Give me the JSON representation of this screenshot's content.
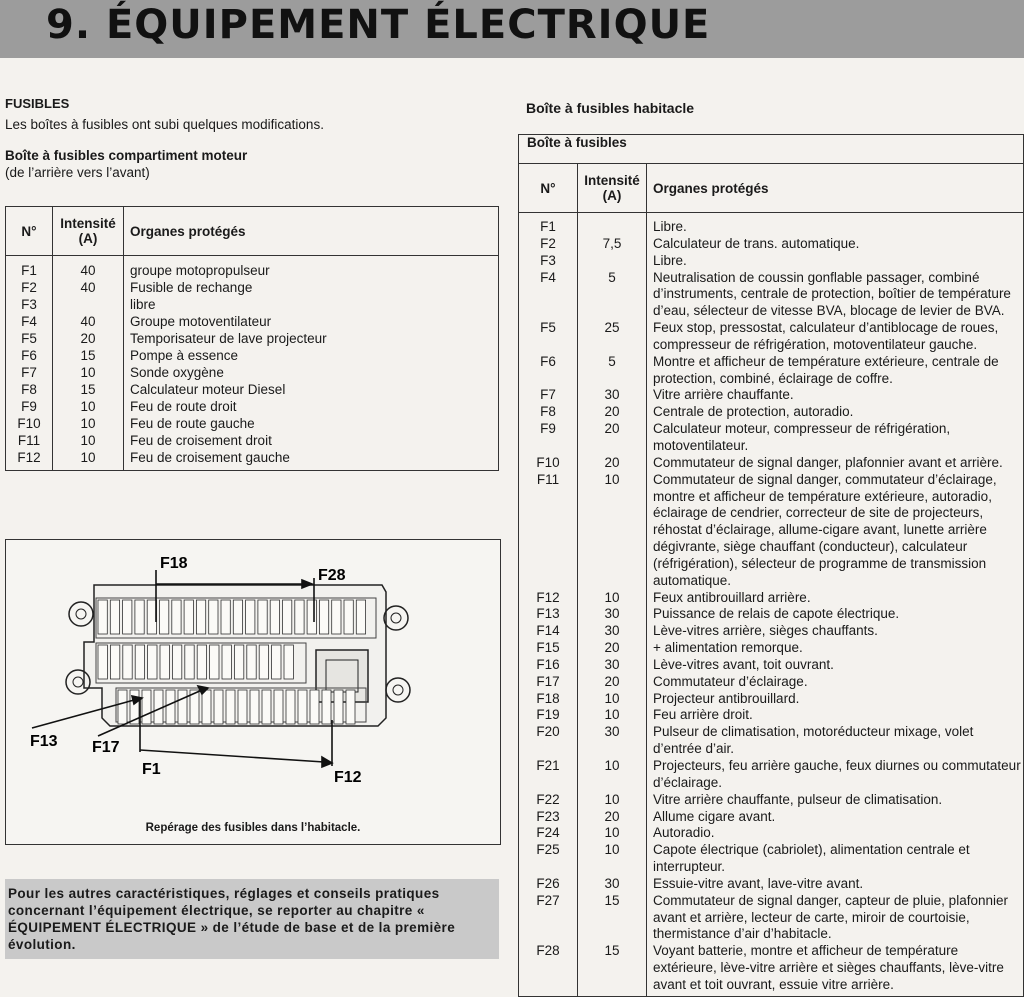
{
  "header": {
    "title": "9. ÉQUIPEMENT ÉLECTRIQUE"
  },
  "fusibles": {
    "title": "FUSIBLES",
    "intro": "Les boîtes à fusibles ont subi quelques modifications.",
    "engine_box_title": "Boîte à fusibles compartiment moteur",
    "engine_box_note": "(de l’arrière vers l’avant)"
  },
  "engine_table": {
    "headers": {
      "num": "N°",
      "intensity_line1": "Intensité",
      "intensity_line2": "(A)",
      "organs": "Organes protégés"
    },
    "rows": [
      {
        "num": "F1",
        "amp": "40",
        "organ": "groupe motopropulseur"
      },
      {
        "num": "F2",
        "amp": "40",
        "organ": "Fusible de rechange"
      },
      {
        "num": "F3",
        "amp": "",
        "organ": "libre"
      },
      {
        "num": "F4",
        "amp": "40",
        "organ": "Groupe motoventilateur"
      },
      {
        "num": "F5",
        "amp": "20",
        "organ": "Temporisateur de lave projecteur"
      },
      {
        "num": "F6",
        "amp": "15",
        "organ": "Pompe à essence"
      },
      {
        "num": "F7",
        "amp": "10",
        "organ": "Sonde oxygène"
      },
      {
        "num": "F8",
        "amp": "15",
        "organ": "Calculateur moteur Diesel"
      },
      {
        "num": "F9",
        "amp": "10",
        "organ": "Feu de route droit"
      },
      {
        "num": "F10",
        "amp": "10",
        "organ": "Feu de route gauche"
      },
      {
        "num": "F11",
        "amp": "10",
        "organ": "Feu de croisement droit"
      },
      {
        "num": "F12",
        "amp": "10",
        "organ": "Feu de croisement gauche"
      }
    ]
  },
  "diagram": {
    "labels": {
      "f18": "F18",
      "f28": "F28",
      "f13": "F13",
      "f17": "F17",
      "f1": "F1",
      "f12": "F12"
    },
    "caption": "Repérage des fusibles dans l’habitacle."
  },
  "callout": {
    "text": "Pour les autres caractéristiques, réglages et conseils pratiques concernant l’équipement électrique, se reporter au chapitre « ÉQUIPEMENT ÉLECTRIQUE » de l’étude de base et de la première évolution."
  },
  "cabin": {
    "title": "Boîte à fusibles habitacle",
    "box_header": "Boîte à fusibles",
    "headers": {
      "num": "N°",
      "intensity_line1": "Intensité",
      "intensity_line2": "(A)",
      "organs": "Organes protégés"
    },
    "rows": [
      {
        "num": "F1",
        "amp": "",
        "organ": "Libre."
      },
      {
        "num": "F2",
        "amp": "7,5",
        "organ": "Calculateur de trans. automatique."
      },
      {
        "num": "F3",
        "amp": "",
        "organ": "Libre."
      },
      {
        "num": "F4",
        "amp": "5",
        "organ": "Neutralisation de coussin gonflable passager, combiné d’instruments, centrale de protection, boîtier de température d’eau, sélecteur de vitesse BVA, blocage de levier de BVA."
      },
      {
        "num": "F5",
        "amp": "25",
        "organ": "Feux stop, pressostat, calculateur d’antiblocage de roues, compresseur de réfrigération, motoventilateur gauche."
      },
      {
        "num": "F6",
        "amp": "5",
        "organ": "Montre et afficheur de température extérieure, centrale de protection, combiné, éclairage de coffre."
      },
      {
        "num": "F7",
        "amp": "30",
        "organ": "Vitre arrière chauffante."
      },
      {
        "num": "F8",
        "amp": "20",
        "organ": "Centrale de protection, autoradio."
      },
      {
        "num": "F9",
        "amp": "20",
        "organ": "Calculateur moteur, compresseur de réfrigération, motoventilateur."
      },
      {
        "num": "F10",
        "amp": "20",
        "organ": "Commutateur de signal danger, plafonnier avant et arrière."
      },
      {
        "num": "F11",
        "amp": "10",
        "organ": "Commutateur de signal danger, commutateur d’éclairage, montre et afficheur de température extérieure, autoradio, éclairage de cendrier, correcteur de site de projecteurs, réhostat d’éclairage, allume-cigare avant, lunette arrière dégivrante, siège chauffant (conducteur), calculateur (réfrigération), sélecteur de programme de transmission automatique."
      },
      {
        "num": "F12",
        "amp": "10",
        "organ": "Feux antibrouillard arrière."
      },
      {
        "num": "F13",
        "amp": "30",
        "organ": "Puissance de relais de capote électrique."
      },
      {
        "num": "F14",
        "amp": "30",
        "organ": "Lève-vitres arrière, sièges chauffants."
      },
      {
        "num": "F15",
        "amp": "20",
        "organ": "+ alimentation remorque."
      },
      {
        "num": "F16",
        "amp": "30",
        "organ": "Lève-vitres avant, toit ouvrant."
      },
      {
        "num": "F17",
        "amp": "20",
        "organ": "Commutateur d’éclairage."
      },
      {
        "num": "F18",
        "amp": "10",
        "organ": "Projecteur antibrouillard."
      },
      {
        "num": "F19",
        "amp": "10",
        "organ": "Feu arrière droit."
      },
      {
        "num": "F20",
        "amp": "30",
        "organ": "Pulseur de climatisation, motoréducteur mixage, volet d’entrée d’air."
      },
      {
        "num": "F21",
        "amp": "10",
        "organ": "Projecteurs, feu arrière gauche, feux diurnes ou commutateur d’éclairage."
      },
      {
        "num": "F22",
        "amp": "10",
        "organ": "Vitre arrière chauffante, pulseur de climatisation."
      },
      {
        "num": "F23",
        "amp": "20",
        "organ": "Allume cigare avant."
      },
      {
        "num": "F24",
        "amp": "10",
        "organ": "Autoradio."
      },
      {
        "num": "F25",
        "amp": "10",
        "organ": "Capote électrique (cabriolet), alimentation centrale et interrupteur."
      },
      {
        "num": "F26",
        "amp": "30",
        "organ": "Essuie-vitre avant, lave-vitre avant."
      },
      {
        "num": "F27",
        "amp": "15",
        "organ": "Commutateur de signal danger, capteur de pluie, plafonnier avant et arrière, lecteur de carte, miroir de courtoisie, thermistance d’air d’habitacle."
      },
      {
        "num": "F28",
        "amp": "15",
        "organ": "Voyant batterie, montre et afficheur de température extérieure, lève-vitre arrière et sièges chauffants, lève-vitre avant et toit ouvrant, essuie vitre arrière."
      }
    ]
  }
}
